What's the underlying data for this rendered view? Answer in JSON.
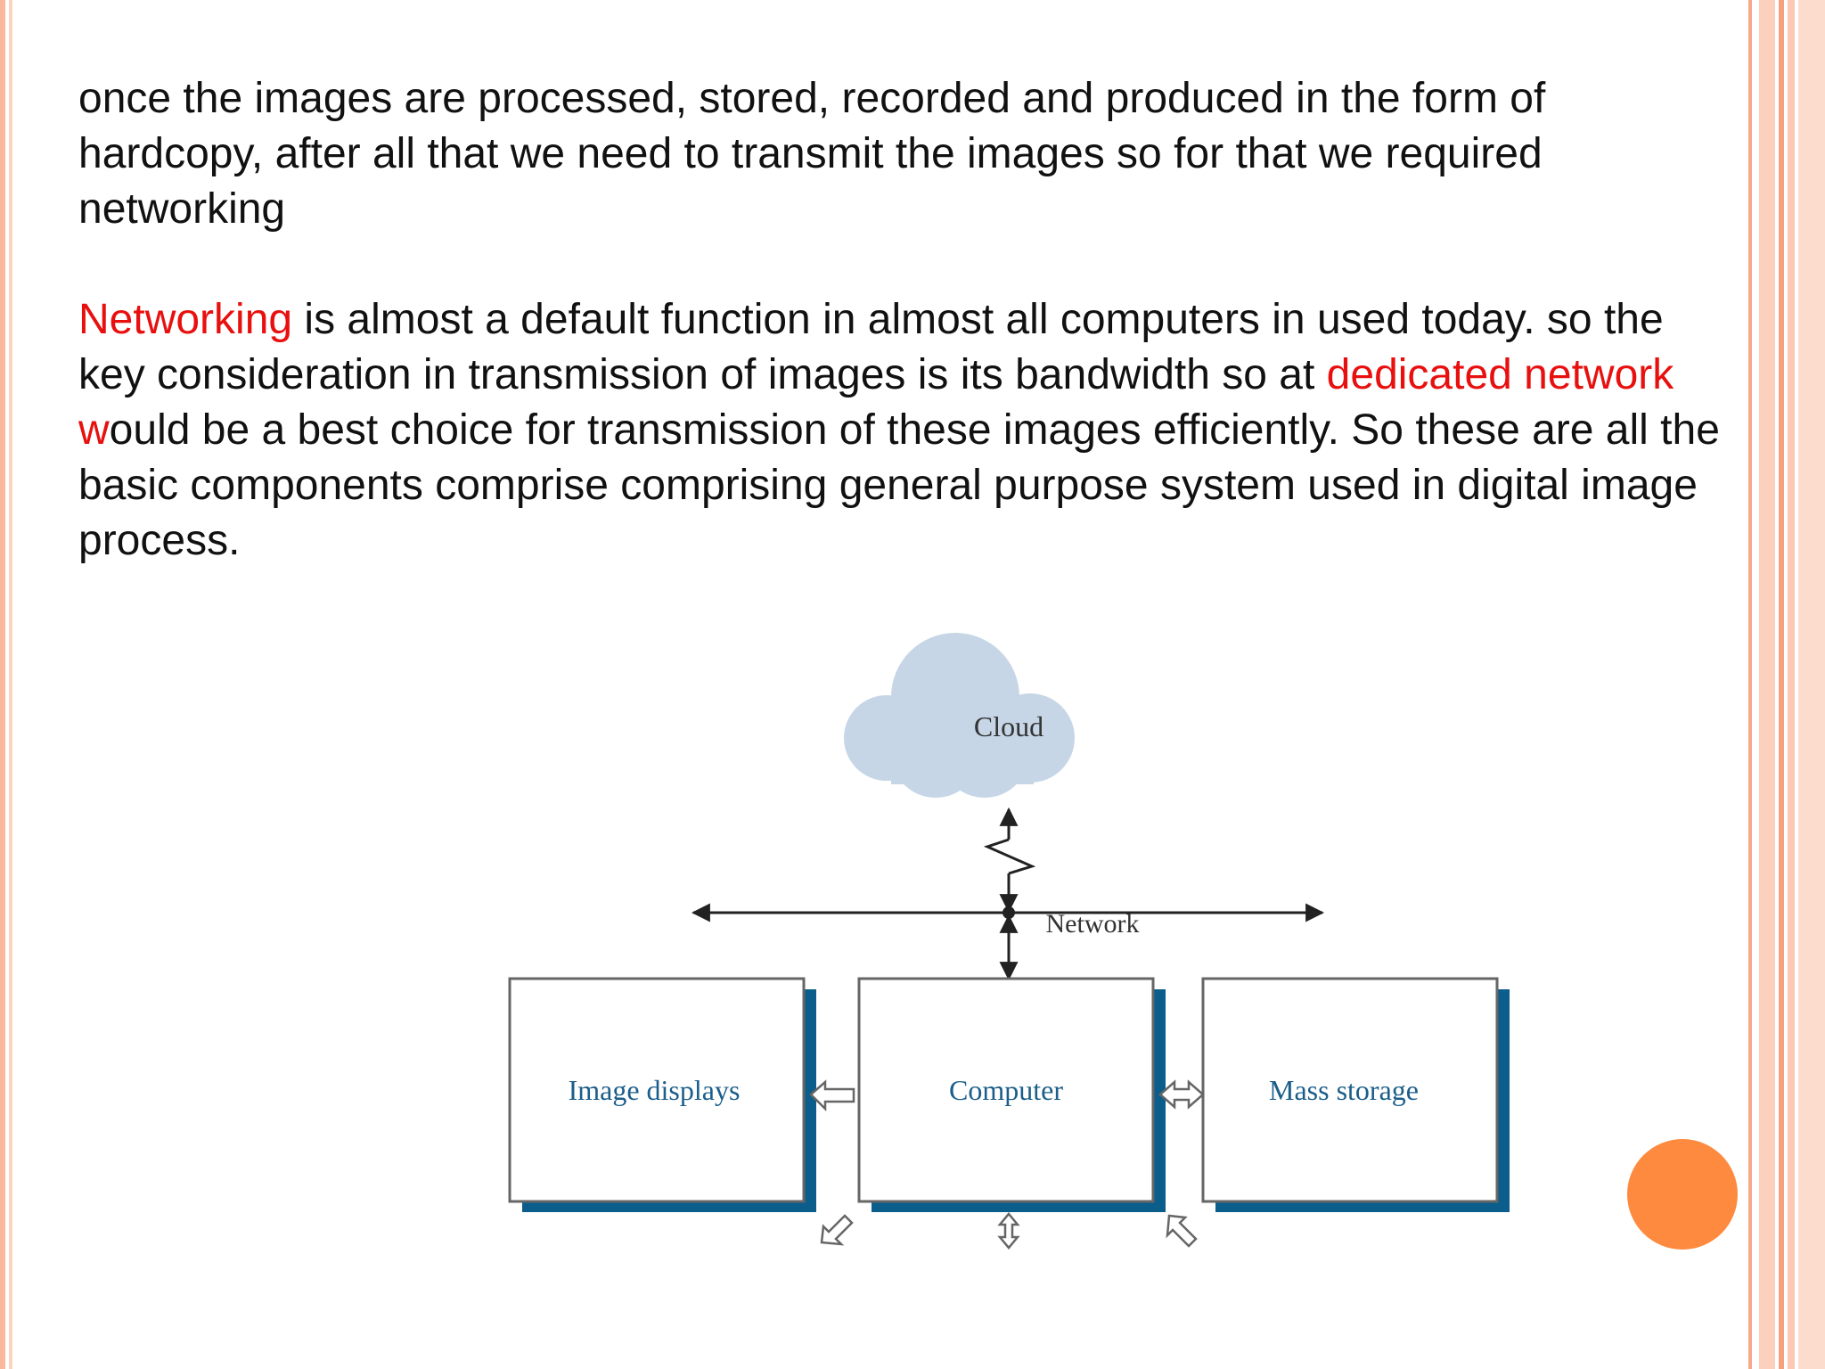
{
  "paragraph_1": "once the images are processed, stored, recorded and produced in the form of hardcopy, after all that we need to transmit the images so for that we required networking",
  "paragraph_2": {
    "red_1": "Networking",
    "text_1": " is almost a default function in almost all computers in used today. so the key consideration in transmission of images is its bandwidth so at ",
    "red_2": "dedicated network w",
    "text_2": "ould be a best choice for transmission of these images efficiently. So these are all the basic components comprise comprising general purpose system used in digital image process."
  },
  "diagram": {
    "cloud_label": "Cloud",
    "network_label": "Network",
    "boxes": {
      "image_displays": "Image displays",
      "computer": "Computer",
      "mass_storage": "Mass storage"
    }
  },
  "colors": {
    "highlight_text": "#e8100f",
    "box_shadow": "#0b5d8c",
    "box_label": "#1b5e8a",
    "cloud_fill": "#c6d6e6",
    "accent_dot": "#fd8a3e"
  }
}
